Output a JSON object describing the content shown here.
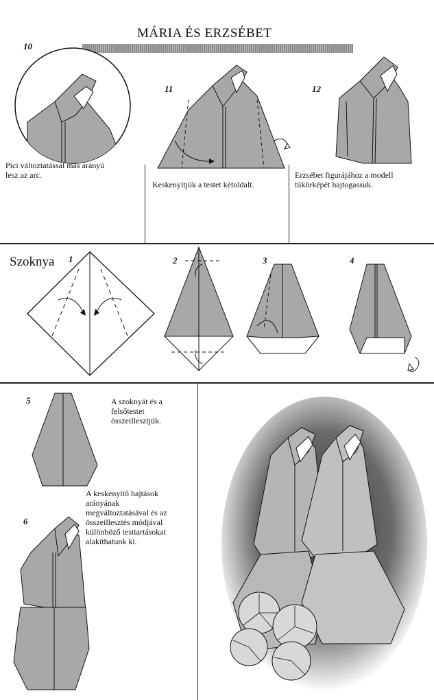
{
  "title": "MÁRIA ÉS ERZSÉBET",
  "section_label": "Szoknya",
  "steps": {
    "s10": "10",
    "s11": "11",
    "s12": "12",
    "k1": "1",
    "k2": "2",
    "k3": "3",
    "k4": "4",
    "k5": "5",
    "k6": "6"
  },
  "captions": {
    "c10": [
      "Pici változtatással más arányú",
      "lesz az arc."
    ],
    "c11": [
      "Keskenyítjük a testet kétoldalt."
    ],
    "c12": [
      "Erzsébet figurájához a modell",
      "tükörképét hajtogassuk."
    ],
    "c5": [
      "A szoknyát és a",
      "felsőtestet",
      "összeillesztjük."
    ],
    "c6": [
      "A keskenyítő hajtások",
      "arányának",
      "megváltoztatásával és az",
      "összeillesztés módjával",
      "különböző testtartásokat",
      "alakíthatunk ki."
    ]
  },
  "colors": {
    "paper_fill": "#a8a8a8",
    "paper_light": "#ffffff",
    "ink": "#1a1a1a"
  }
}
